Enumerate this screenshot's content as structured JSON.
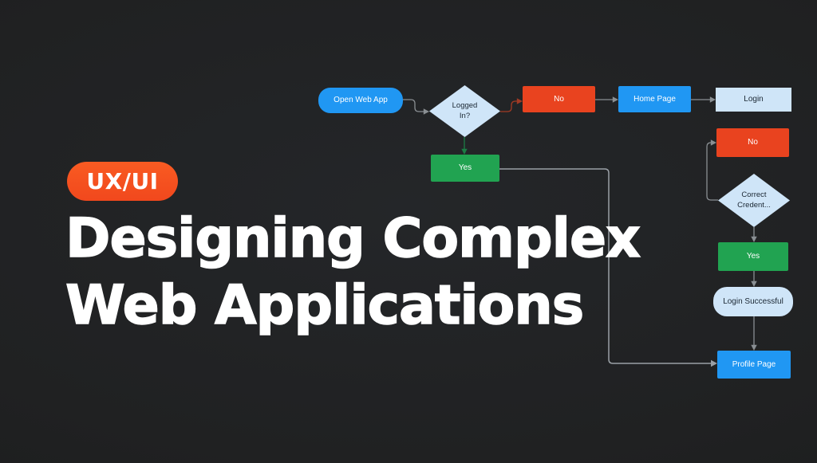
{
  "hero": {
    "badge_label": "UX/UI",
    "title_line1": "Designing Complex",
    "title_line2": "Web Applications"
  },
  "flowchart": {
    "nodes": {
      "open_web_app": {
        "label": "Open Web App",
        "shape": "rounded-rect",
        "fill": "#2097f3",
        "text_color": "#ffffff"
      },
      "logged_in": {
        "label_line1": "Logged",
        "label_line2": "In?",
        "shape": "diamond",
        "fill": "#cfe5f8",
        "text_color": "#1b2733"
      },
      "no_top": {
        "label": "No",
        "shape": "rect",
        "fill": "#e9431f",
        "text_color": "#ffffff"
      },
      "home_page": {
        "label": "Home Page",
        "shape": "rect",
        "fill": "#2097f3",
        "text_color": "#ffffff"
      },
      "login": {
        "label": "Login",
        "shape": "rounded-rect",
        "fill": "#cfe5f8",
        "text_color": "#1b2733"
      },
      "yes_left": {
        "label": "Yes",
        "shape": "rect",
        "fill": "#21a351",
        "text_color": "#ffffff"
      },
      "no_right": {
        "label": "No",
        "shape": "rect",
        "fill": "#e9431f",
        "text_color": "#ffffff"
      },
      "correct_credentials": {
        "label_line1": "Correct",
        "label_line2": "Credent...",
        "shape": "diamond",
        "fill": "#cfe5f8",
        "text_color": "#1b2733"
      },
      "yes_right": {
        "label": "Yes",
        "shape": "rect",
        "fill": "#21a351",
        "text_color": "#ffffff"
      },
      "login_successful": {
        "label": "Login Successful",
        "shape": "rounded-rect",
        "fill": "#cfe5f8",
        "text_color": "#1b2733"
      },
      "profile_page": {
        "label": "Profile Page",
        "shape": "rect",
        "fill": "#2097f3",
        "text_color": "#ffffff"
      }
    },
    "edges": [
      {
        "from": "Open Web App",
        "to": "Logged In?",
        "color": "#8a8f93"
      },
      {
        "from": "Logged In?",
        "to": "No",
        "color": "#a13a24"
      },
      {
        "from": "No",
        "to": "Home Page",
        "color": "#8a8f93"
      },
      {
        "from": "Home Page",
        "to": "Login",
        "color": "#8a8f93"
      },
      {
        "from": "Logged In?",
        "to": "Yes",
        "color": "#1b7c44"
      },
      {
        "from": "Yes",
        "to": "Profile Page",
        "color": "#9aa0a6"
      },
      {
        "from": "Correct Credent...",
        "to": "No",
        "color": "#8a8f93"
      },
      {
        "from": "Correct Credent...",
        "to": "Yes",
        "color": "#8a8f93"
      },
      {
        "from": "Yes",
        "to": "Login Successful",
        "color": "#8a8f93"
      },
      {
        "from": "Login Successful",
        "to": "Profile Page",
        "color": "#8a8f93"
      }
    ]
  },
  "colors": {
    "background": "#202122",
    "node_blue": "#2097f3",
    "node_light_blue": "#cfe5f8",
    "node_red": "#e9431f",
    "node_green": "#21a351",
    "badge_orange": "#f75721",
    "title_white": "#ffffff",
    "connector_gray": "#8a8f93",
    "connector_light": "#9aa0a6",
    "connector_red": "#a13a24",
    "connector_green": "#1b7c44"
  }
}
